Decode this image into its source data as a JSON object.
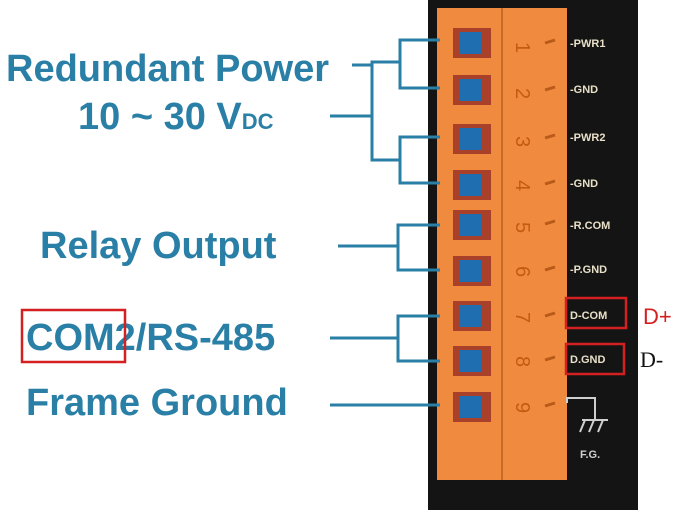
{
  "labels": {
    "redundant_power": "Redundant Power",
    "voltage": "10 ~ 30 V",
    "voltage_sub": "DC",
    "relay_output": "Relay Output",
    "com_prefix": "COM2",
    "com_suffix": "/RS-485",
    "frame_ground": "Frame Ground"
  },
  "terminal_numbers": [
    "1",
    "2",
    "3",
    "4",
    "5",
    "6",
    "7",
    "8",
    "9"
  ],
  "pins": [
    "-PWR1",
    "-GND",
    "-PWR2",
    "-GND",
    "-R.COM",
    "-P.GND",
    "D-COM",
    "D.GND"
  ],
  "fg_label": "F.G.",
  "annotations": {
    "d_plus": "D+",
    "d_minus": "D-"
  },
  "colors": {
    "label_blue": "#2a7fa6",
    "terminal_orange": "#f08a3e",
    "screw_blue": "#1f6fb0",
    "panel_black": "#141414",
    "highlight_red": "#d42020"
  }
}
